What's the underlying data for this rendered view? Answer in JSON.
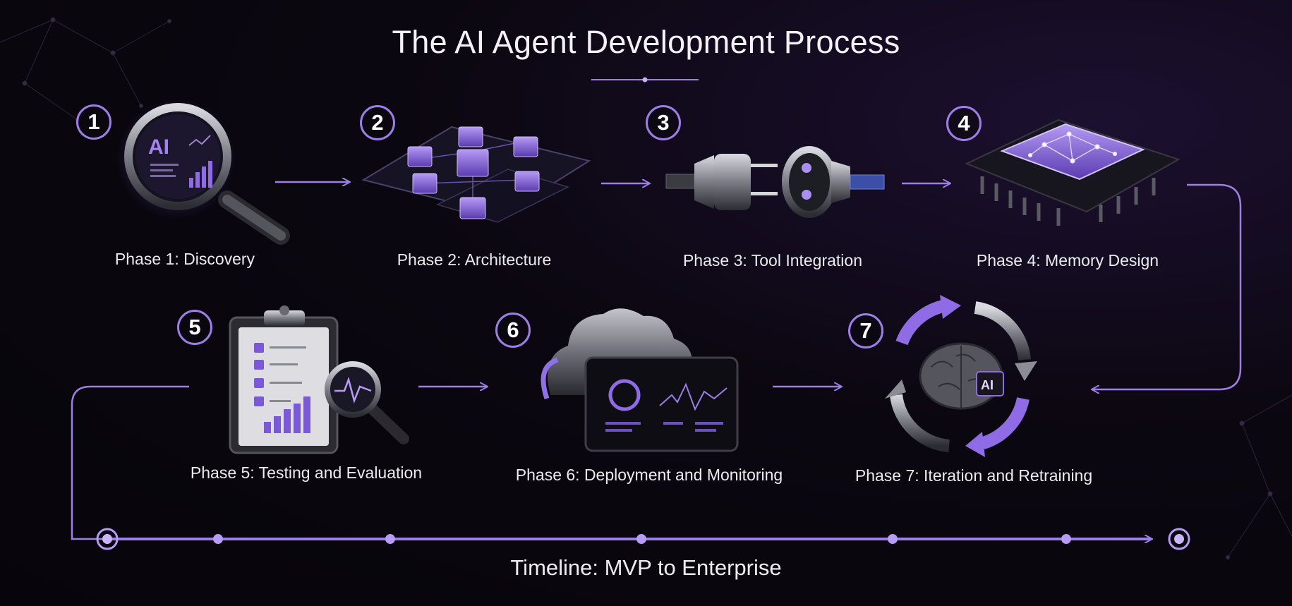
{
  "title": "The AI Agent Development Process",
  "timeline_label": "Timeline: MVP to Enterprise",
  "phases": [
    {
      "number": "1",
      "label": "Phase 1: Discovery",
      "icon": "magnifier-analytics-icon",
      "icon_text": "AI"
    },
    {
      "number": "2",
      "label": "Phase 2: Architecture",
      "icon": "architecture-blocks-icon"
    },
    {
      "number": "3",
      "label": "Phase 3: Tool Integration",
      "icon": "plug-connector-icon"
    },
    {
      "number": "4",
      "label": "Phase 4: Memory Design",
      "icon": "memory-chip-icon"
    },
    {
      "number": "5",
      "label": "Phase 5: Testing and Evaluation",
      "icon": "clipboard-checklist-icon"
    },
    {
      "number": "6",
      "label": "Phase 6: Deployment and Monitoring",
      "icon": "cloud-dashboard-icon"
    },
    {
      "number": "7",
      "label": "Phase 7:  Iteration and Retraining",
      "icon": "brain-cycle-icon",
      "icon_text": "AI"
    }
  ],
  "colors": {
    "accent": "#9d7de6",
    "accent_bright": "#b79bf5",
    "background": "#0b0710",
    "text": "#f2f0f6"
  }
}
